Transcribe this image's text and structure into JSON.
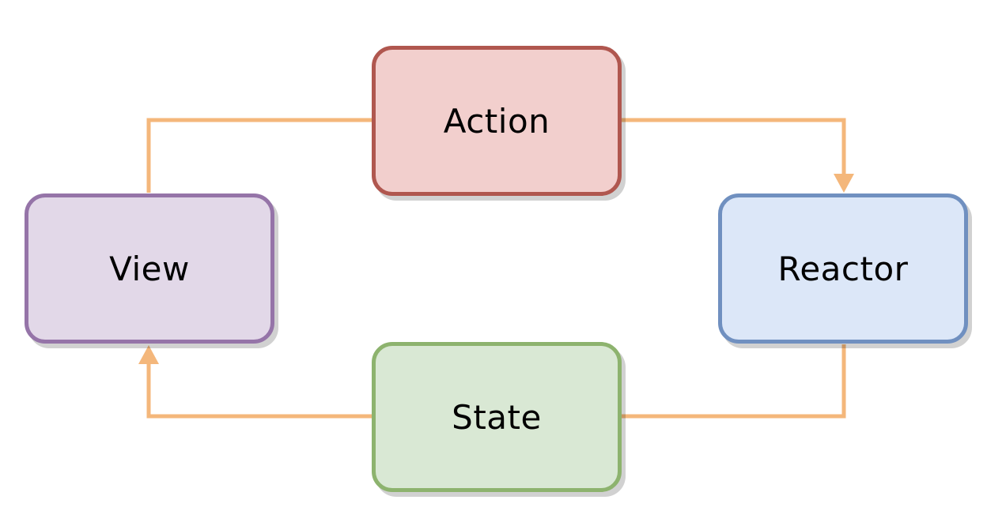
{
  "diagram": {
    "nodes": [
      {
        "id": "action",
        "label": "Action",
        "fill": "#f2cfcd",
        "stroke": "#b0574f"
      },
      {
        "id": "view",
        "label": "View",
        "fill": "#e2d8e8",
        "stroke": "#9574a8"
      },
      {
        "id": "reactor",
        "label": "Reactor",
        "fill": "#dce7f8",
        "stroke": "#7090c0"
      },
      {
        "id": "state",
        "label": "State",
        "fill": "#d9e8d4",
        "stroke": "#8db36e"
      }
    ],
    "edges": [
      {
        "from": "view",
        "to": "action"
      },
      {
        "from": "action",
        "to": "reactor"
      },
      {
        "from": "reactor",
        "to": "state"
      },
      {
        "from": "state",
        "to": "view"
      }
    ],
    "edge_color": "#f4b77b"
  }
}
